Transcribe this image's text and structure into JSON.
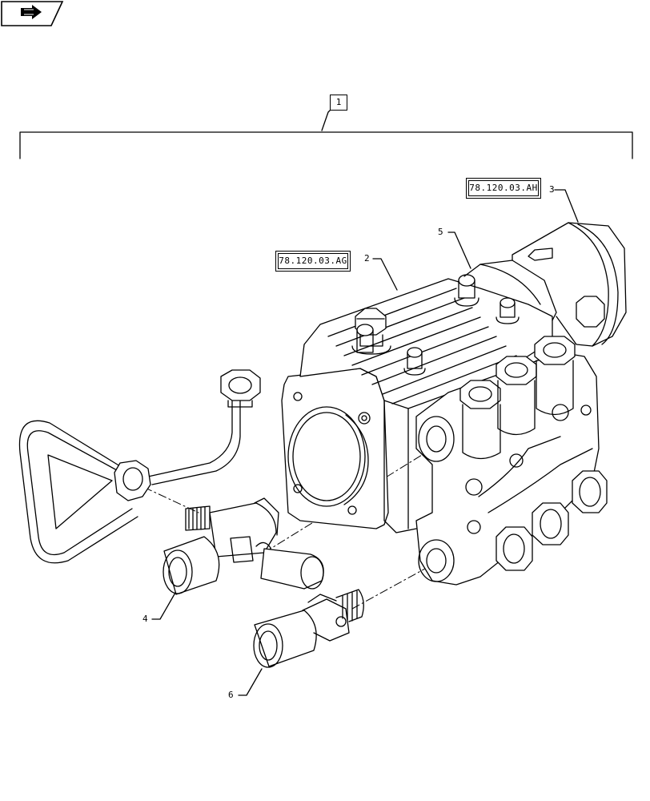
{
  "navigation": {
    "icon": "arrow-right-icon"
  },
  "assembly": {
    "item": "1"
  },
  "references": {
    "pump_ref": "78.120.03.AG",
    "motor_ref": "78.120.03.AH"
  },
  "callouts": {
    "pump": "2",
    "motor": "3",
    "tee_fitting": "4",
    "adapter": "5",
    "elbow_fitting": "6"
  },
  "colors": {
    "line": "#000000",
    "background": "#ffffff"
  }
}
